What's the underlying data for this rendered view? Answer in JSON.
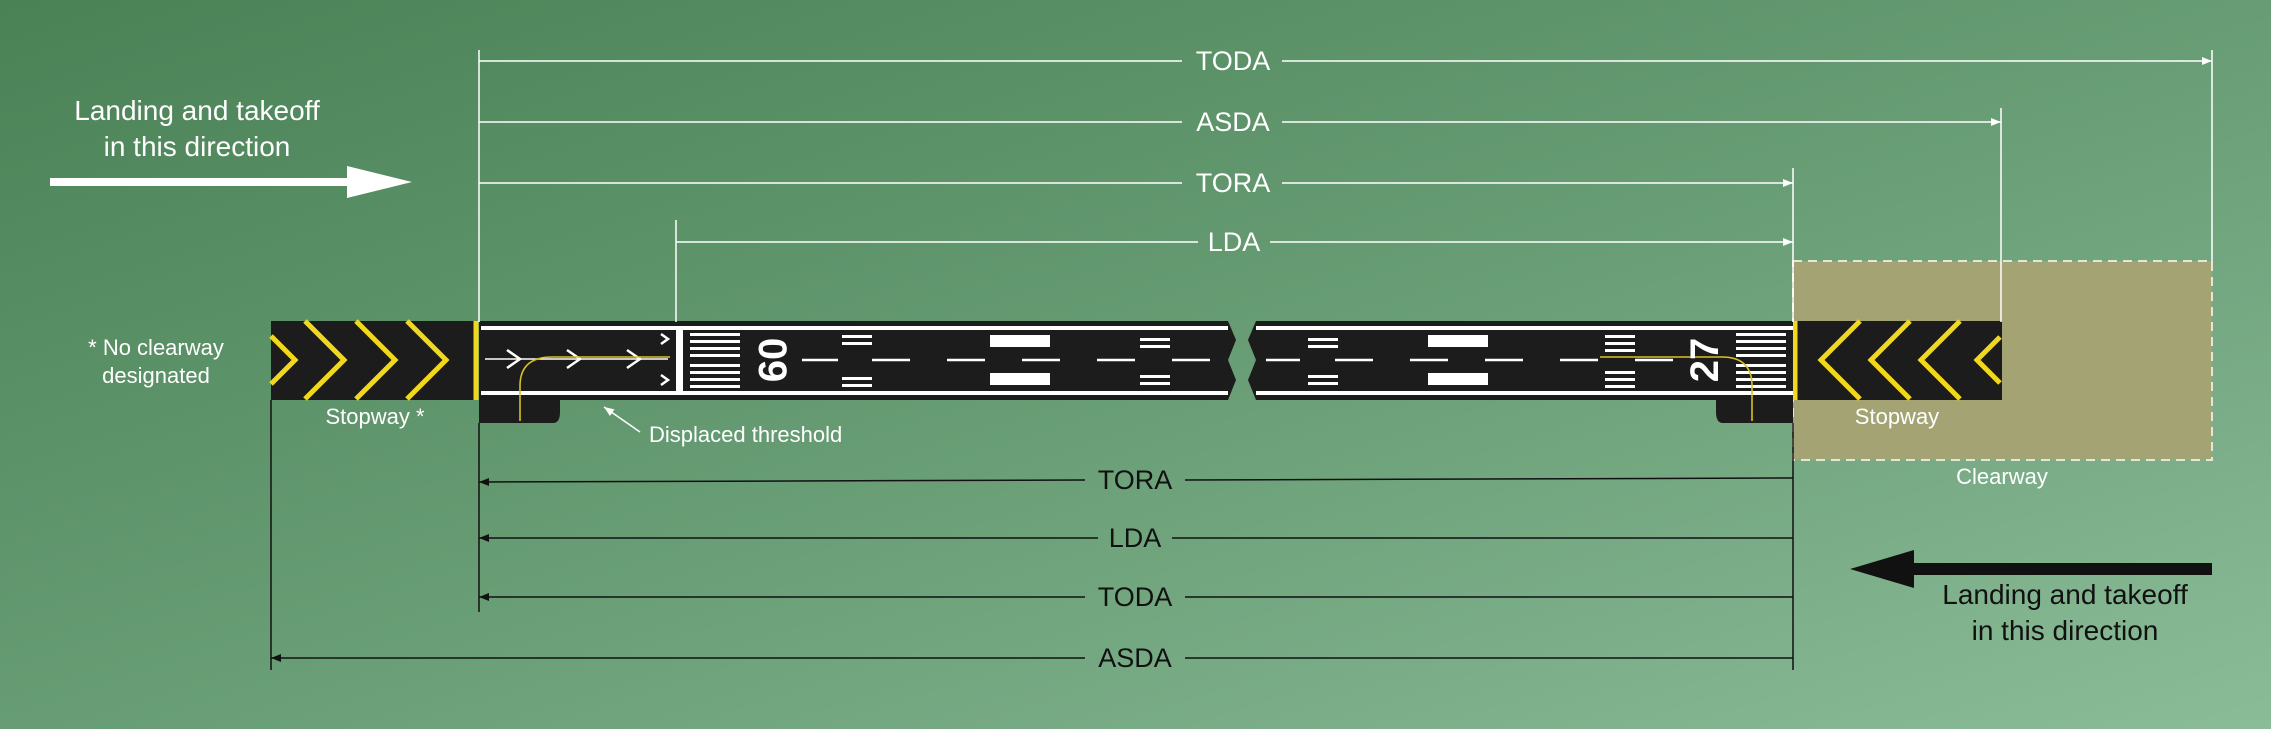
{
  "left_direction": {
    "line1": "Landing and takeoff",
    "line2": "in this direction"
  },
  "right_direction": {
    "line1": "Landing and takeoff",
    "line2": "in this direction"
  },
  "note": {
    "line1": "* No clearway",
    "line2": "designated"
  },
  "labels": {
    "stopway_left": "Stopway *",
    "stopway_right": "Stopway",
    "clearway": "Clearway",
    "displaced_threshold": "Displaced threshold"
  },
  "runway": {
    "designator_left": "09",
    "designator_right": "27"
  },
  "distances_eastbound": [
    "TODA",
    "ASDA",
    "TORA",
    "LDA"
  ],
  "distances_westbound": [
    "TORA",
    "LDA",
    "TODA",
    "ASDA"
  ],
  "colors": {
    "background_dark": "#4b8558",
    "background_light": "#86b693",
    "runway": "#1c1c1c",
    "chevron": "#f2d81d",
    "clearway": "#a4a474",
    "white": "#ffffff",
    "black": "#111111"
  }
}
